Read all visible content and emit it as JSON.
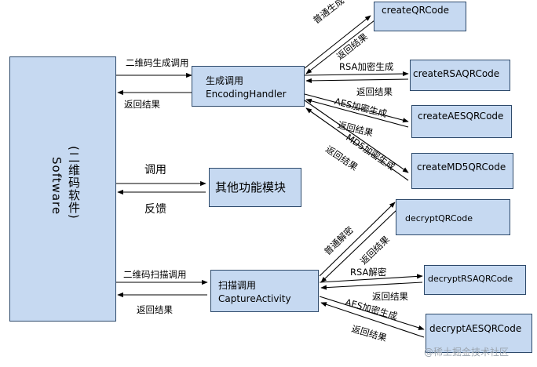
{
  "nodes": {
    "software_name": "Software",
    "software_cn": "(二维码软件)",
    "encoding_cn": "生成调用",
    "encoding_en": "EncodingHandler",
    "other": "其他功能模块",
    "capture_cn": "扫描调用",
    "capture_en": "CaptureActivity",
    "create_qr": "createQRCode",
    "create_rsa": "createRSAQRCode",
    "create_aes": "createAESQRCode",
    "create_md5": "createMD5QRCode",
    "decrypt_qr": "decryptQRCode",
    "decrypt_rsa": "decryptRSAQRCode",
    "decrypt_aes": "decryptAESQRCode"
  },
  "edges": {
    "gen_call": "二维码生成调用",
    "gen_return": "返回结果",
    "other_call": "调用",
    "other_feedback": "反馈",
    "scan_call": "二维码扫描调用",
    "scan_return": "返回结果",
    "normal_gen": "普通生成",
    "normal_gen_return": "返回结果",
    "rsa_gen": "RSA加密生成",
    "rsa_gen_return": "返回结果",
    "aes_gen": "AES加密生成",
    "aes_gen_return": "返回结果",
    "md5_gen": "MD5加密生成",
    "md5_gen_return": "返回结果",
    "normal_dec": "普通解密",
    "normal_dec_return": "返回结果",
    "rsa_dec": "RSA解密",
    "rsa_dec_return": "返回结果",
    "aes_dec": "AES加密生成",
    "aes_dec_return": "返回结果"
  },
  "watermark": "@稀土掘金技术社区"
}
